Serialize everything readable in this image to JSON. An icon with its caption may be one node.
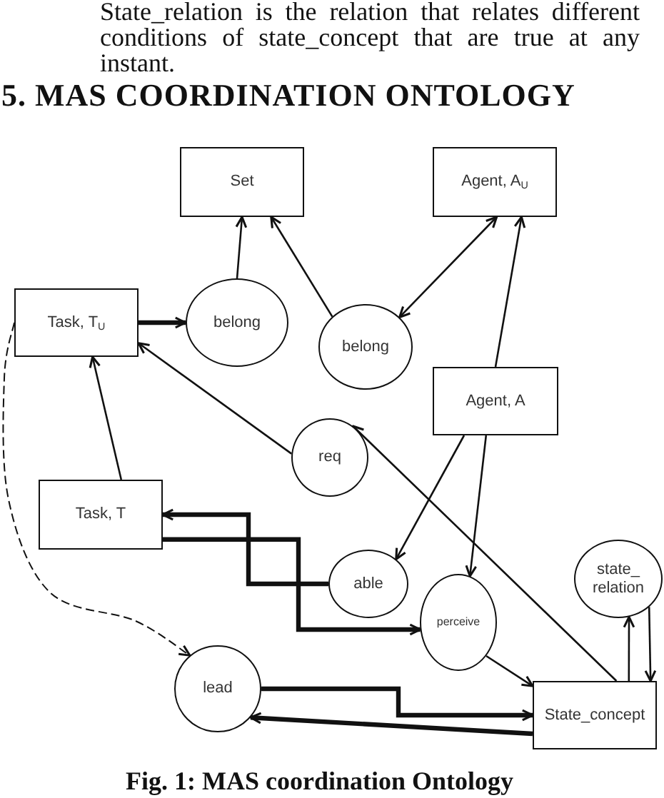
{
  "diagram": {
    "caption": "Fig. 1: MAS coordination Ontology",
    "nodes": [
      {
        "text": [
          "Set"
        ]
      },
      {
        "text": [
          "Agent, A$_{U}$"
        ]
      },
      {
        "text": [
          "Task, T$_{U}$"
        ]
      },
      {
        "text": [
          "belong"
        ]
      },
      {
        "text": [
          "belong"
        ]
      },
      {
        "text": [
          "Agent, A"
        ]
      },
      {
        "text": [
          "req"
        ]
      },
      {
        "text": [
          "Task, T"
        ]
      },
      {
        "text": [
          "able"
        ]
      },
      {
        "text": [
          "perceive"
        ]
      },
      {
        "text": [
          "state_ relation"
        ]
      },
      {
        "text": [
          "lead"
        ]
      },
      {
        "text": [
          "State_concept"
        ]
      }
    ],
    "edges": [
      {
        "from": 2,
        "to": 3,
        "arrow": "to",
        "style": "thick"
      },
      {
        "from": 3,
        "to": 0,
        "arrow": "to"
      },
      {
        "from": 4,
        "to": 0,
        "arrow": "to"
      },
      {
        "from": 1,
        "to": 4,
        "arrow": "both"
      },
      {
        "from": 5,
        "to": 1,
        "arrow": "to"
      },
      {
        "from": 6,
        "to": 2,
        "arrow": "to"
      },
      {
        "from": 7,
        "to": 2,
        "arrow": "to"
      },
      {
        "from": 5,
        "to": 8,
        "arrow": "to"
      },
      {
        "from": 5,
        "to": 9,
        "arrow": "to"
      },
      {
        "from": 8,
        "to": 7,
        "arrow": "to",
        "style": "thick"
      },
      {
        "from": 7,
        "to": 9,
        "arrow": "to",
        "style": "thick"
      },
      {
        "from": 9,
        "to": 12,
        "arrow": "to"
      },
      {
        "from": 12,
        "to": 6,
        "arrow": "to"
      },
      {
        "from": 12,
        "to": 10,
        "arrow": "to"
      },
      {
        "from": 10,
        "to": 12,
        "arrow": "to"
      },
      {
        "from": 11,
        "to": 12,
        "arrow": "to",
        "style": "thick"
      },
      {
        "from": 12,
        "to": 11,
        "arrow": "to",
        "style": "thick"
      },
      {
        "from": 2,
        "to": 11,
        "arrow": "to",
        "style": "dashed"
      }
    ],
    "labels": [
      "State_relation is the relation that relates different conditions of state_concept that are true at any instant.",
      "5. MAS COORDINATION ONTOLOGY"
    ]
  }
}
